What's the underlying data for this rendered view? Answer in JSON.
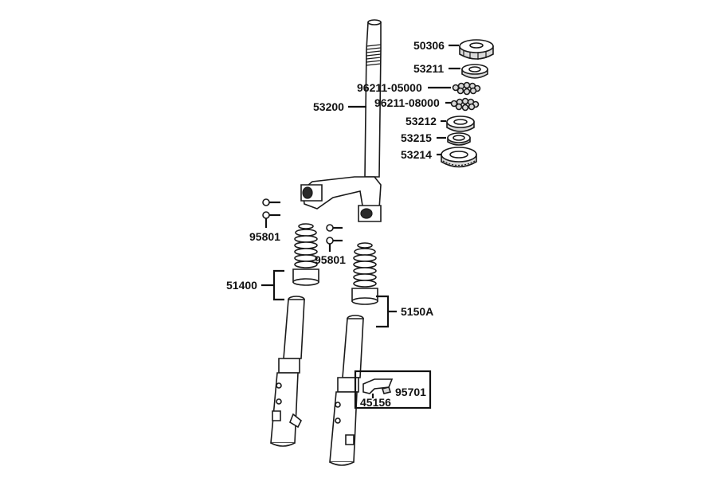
{
  "labels": {
    "p50306": "50306",
    "p53211": "53211",
    "p96211_05000": "96211-05000",
    "p96211_08000": "96211-08000",
    "p53212": "53212",
    "p53215": "53215",
    "p53214": "53214",
    "p53200": "53200",
    "p95801_a": "95801",
    "p95801_b": "95801",
    "p51400": "51400",
    "p5150A": "5150A",
    "p95701": "95701",
    "p45156": "45156"
  }
}
